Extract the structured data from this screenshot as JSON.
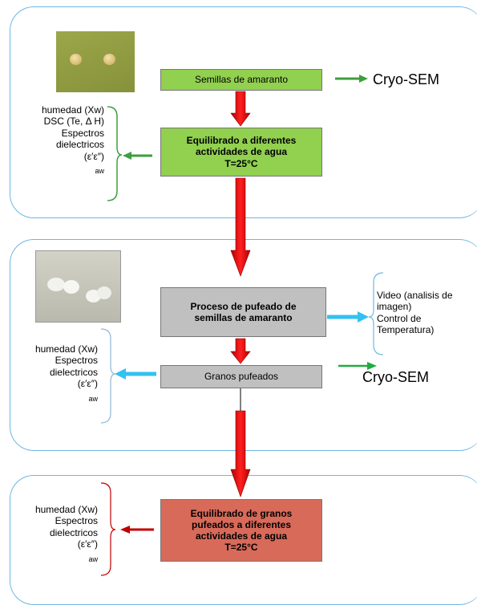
{
  "section1": {
    "box_seeds": "Semillas de amaranto",
    "box_equil_line1": "Equilibrado a diferentes",
    "box_equil_line2": "actividades de agua",
    "box_equil_line3": "T=25°C",
    "cryo": "Cryo-SEM",
    "side": [
      "humedad (Xw)",
      "DSC (Te, Δ H)",
      "Espectros",
      "dielectricos",
      "(ε′ε″)"
    ],
    "side_aw": "aw"
  },
  "section2": {
    "box_process_line1": "Proceso de pufeado de",
    "box_process_line2": "semillas de amaranto",
    "box_grains": "Granos pufeados",
    "cryo": "Cryo-SEM",
    "right": [
      "Video (analisis de",
      "imagen)",
      "Control  de",
      "Temperatura)"
    ],
    "side": [
      "humedad (Xw)",
      "Espectros",
      "dielectricos",
      "(ε′ε″)"
    ],
    "side_aw": "aw"
  },
  "section3": {
    "box_line1": "Equilibrado de granos",
    "box_line2": "pufeados a diferentes",
    "box_line3": "actividades de agua",
    "box_line4": "T=25°C",
    "side": [
      "humedad (Xw)",
      "Espectros",
      "dielectricos",
      "(ε′ε″)"
    ],
    "side_aw": "aw"
  },
  "colors": {
    "panel_border": "#6fb7e0",
    "green_box": "#92d050",
    "grey_box": "#c0c0c0",
    "red_box": "#d86a5a",
    "red_arrow": "#ff0000",
    "green_arrow": "#3e9e3e",
    "cyan_arrow": "#33c1f0",
    "dark_red_arrow": "#c00000"
  }
}
